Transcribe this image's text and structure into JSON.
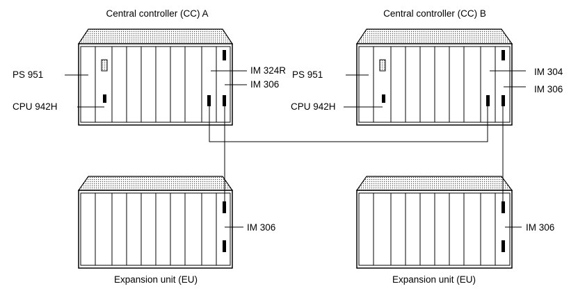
{
  "units": [
    {
      "id": "cc-a",
      "title": "Central controller (CC) A",
      "labels": {
        "ps": "PS 951",
        "cpu": "CPU 942H",
        "im_top": "IM 324R",
        "im_bottom": "IM 306"
      }
    },
    {
      "id": "cc-b",
      "title": "Central controller (CC) B",
      "labels": {
        "ps": "PS 951",
        "cpu": "CPU 942H",
        "im_top": "IM 304",
        "im_bottom": "IM 306"
      }
    },
    {
      "id": "eu-a",
      "caption": "Expansion unit (EU)",
      "labels": {
        "im": "IM 306"
      }
    },
    {
      "id": "eu-b",
      "caption": "Expansion unit (EU)",
      "labels": {
        "im": "IM 306"
      }
    }
  ],
  "colors": {
    "line": "#000000",
    "roof_fill": "#d9d9d9",
    "background": "#ffffff"
  }
}
